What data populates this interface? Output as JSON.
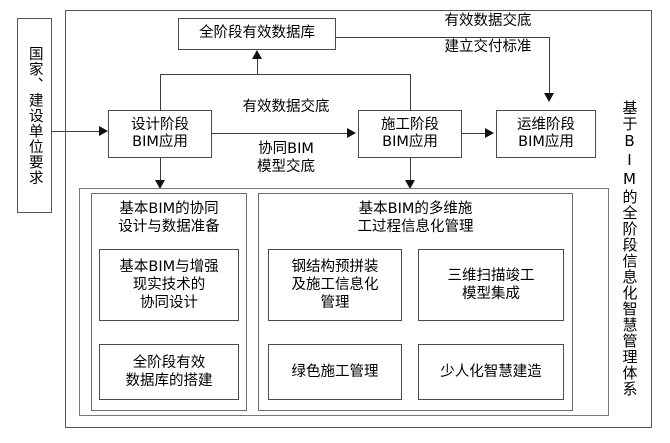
{
  "diagram": {
    "left_input": "国家、建设单位要求",
    "right_title": "基于BIM的全阶段信息化智慧管理体系",
    "database_box": "全阶段有效数据库",
    "phases": [
      {
        "id": "design",
        "line1": "设计阶段",
        "line2": "BIM应用"
      },
      {
        "id": "construction",
        "line1": "施工阶段",
        "line2": "BIM应用"
      },
      {
        "id": "operation",
        "line1": "运维阶段",
        "line2": "BIM应用"
      }
    ],
    "edge_labels": {
      "design_to_construction_top": "有效数据交底",
      "design_to_construction_bottom": "协同BIM\n模型交底",
      "db_to_operation_top": "有效数据交底",
      "db_to_operation_bottom": "建立交付标准"
    },
    "groups": [
      {
        "id": "design-group",
        "title": "基本BIM的协同\n设计与数据准备",
        "items": [
          "基本BIM与增强\n现实技术的\n协同设计",
          "全阶段有效\n数据库的搭建"
        ]
      },
      {
        "id": "construction-group",
        "title": "基本BIM的多维施\n工过程信息化管理",
        "items": [
          "钢结构预拼装\n及施工信息化\n管理",
          "三维扫描竣工\n模型集成",
          "绿色施工管理",
          "少人化智慧建造"
        ]
      }
    ]
  },
  "colors": {
    "stroke": "#4a4a4a",
    "line": "#3b3b3b",
    "background": "#ffffff",
    "text": "#000000"
  }
}
